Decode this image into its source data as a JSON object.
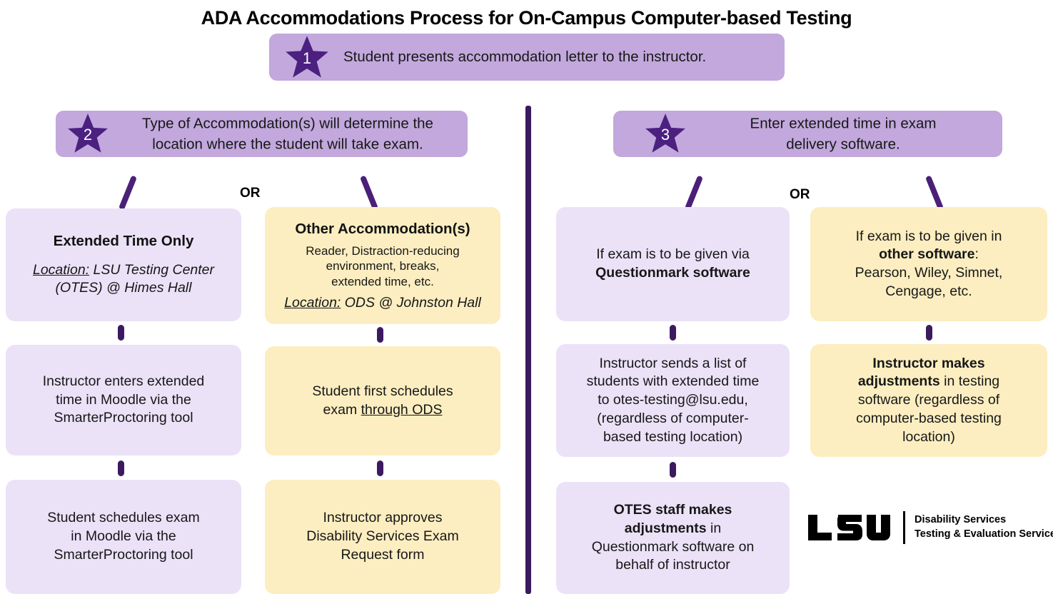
{
  "title": "ADA Accommodations Process for On-Campus Computer-based Testing",
  "colors": {
    "step_bar": "#C2A8DC",
    "star": "#4B2080",
    "box_purple": "#EBE2F8",
    "box_yellow": "#FCEEC1",
    "connector": "#3C1A5F",
    "divider": "#3A1A5E"
  },
  "steps": {
    "one": {
      "number": "1",
      "text": "Student presents accommodation letter to the instructor."
    },
    "two": {
      "number": "2",
      "line1": "Type of Accommodation(s) will determine the",
      "line2": "location where the student will take exam."
    },
    "three": {
      "number": "3",
      "line1": "Enter extended time in exam",
      "line2": "delivery software."
    }
  },
  "or_label_left": "OR",
  "or_label_right": "OR",
  "left_branch": {
    "option_a": {
      "heading": "Extended Time Only",
      "location_label": "Location:",
      "location_line1": " LSU Testing Center",
      "location_line2": "(OTES) @ Himes Hall",
      "step2": {
        "l1": "Instructor enters extended",
        "l2": "time in Moodle via the",
        "l3": "SmarterProctoring tool"
      },
      "step3": {
        "l1": "Student schedules exam",
        "l2": "in Moodle via the",
        "l3": "SmarterProctoring tool"
      }
    },
    "option_b": {
      "heading": "Other Accommodation(s)",
      "detail_l1": "Reader, Distraction-reducing",
      "detail_l2": "environment, breaks,",
      "detail_l3": "extended time, etc.",
      "location_label": "Location:",
      "location_rest": " ODS @ Johnston Hall",
      "step2": {
        "l1": "Student first schedules",
        "l2_plain": "exam ",
        "l2_underline": "through ODS"
      },
      "step3": {
        "l1": "Instructor approves",
        "l2": "Disability Services Exam",
        "l3": "Request form"
      }
    }
  },
  "right_branch": {
    "option_a": {
      "l1": "If exam is to be given via",
      "l2_bold": "Questionmark software",
      "step2": {
        "l1": "Instructor sends a list of",
        "l2": "students with extended time",
        "l3": "to otes-testing@lsu.edu,",
        "l4": "(regardless of computer-",
        "l5": "based testing location)"
      },
      "step3": {
        "l1_bold": "OTES staff makes",
        "l2_bold": "adjustments",
        "l2_plain": " in",
        "l3": "Questionmark software on",
        "l4": "behalf of instructor"
      }
    },
    "option_b": {
      "l1": "If exam is to be given in",
      "l2_bold": "other software",
      "l2_plain": ":",
      "l3": "Pearson, Wiley, Simnet,",
      "l4": "Cengage, etc.",
      "step2": {
        "l1_bold": "Instructor makes",
        "l2_bold": "adjustments",
        "l2_plain": " in testing",
        "l3": "software (regardless of",
        "l4": "computer-based testing",
        "l5": "location)"
      }
    }
  },
  "logo": {
    "mark": "LSU",
    "line1": "Disability Services",
    "line2": "Testing & Evaluation Services"
  }
}
